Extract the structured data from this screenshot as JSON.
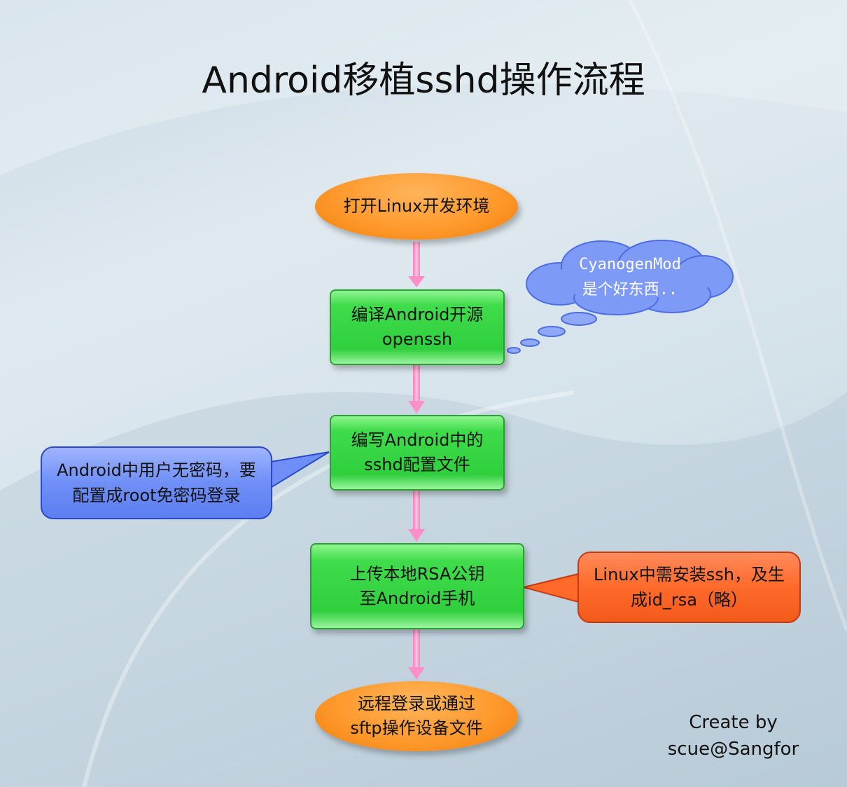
{
  "title": "Android移植sshd操作流程",
  "steps": [
    {
      "line1": "打开Linux开发环境",
      "line2": ""
    },
    {
      "line1": "编译Android开源",
      "line2": "openssh"
    },
    {
      "line1": "编写Android中的",
      "line2": "sshd配置文件"
    },
    {
      "line1": "上传本地RSA公钥",
      "line2": "至Android手机"
    },
    {
      "line1": "远程登录或通过",
      "line2": "sftp操作设备文件"
    }
  ],
  "callouts": {
    "cloud": {
      "line1": "CyanogenMod",
      "line2": "是个好东西.."
    },
    "blue": {
      "line1": "Android中用户无密码，要",
      "line2": "配置成root免密码登录"
    },
    "red": {
      "line1": "Linux中需安装ssh，及生",
      "line2": "成id_rsa（略）"
    }
  },
  "credit": {
    "line1": "Create by",
    "line2": "scue@Sangfor"
  },
  "colors": {
    "oval": "#ff9a2e",
    "rect": "#35d444",
    "arrow": "#ff8fc8",
    "callout_blue": "#6f8ff7",
    "callout_red": "#ff6a2a",
    "cloud": "#6f8ff7"
  }
}
